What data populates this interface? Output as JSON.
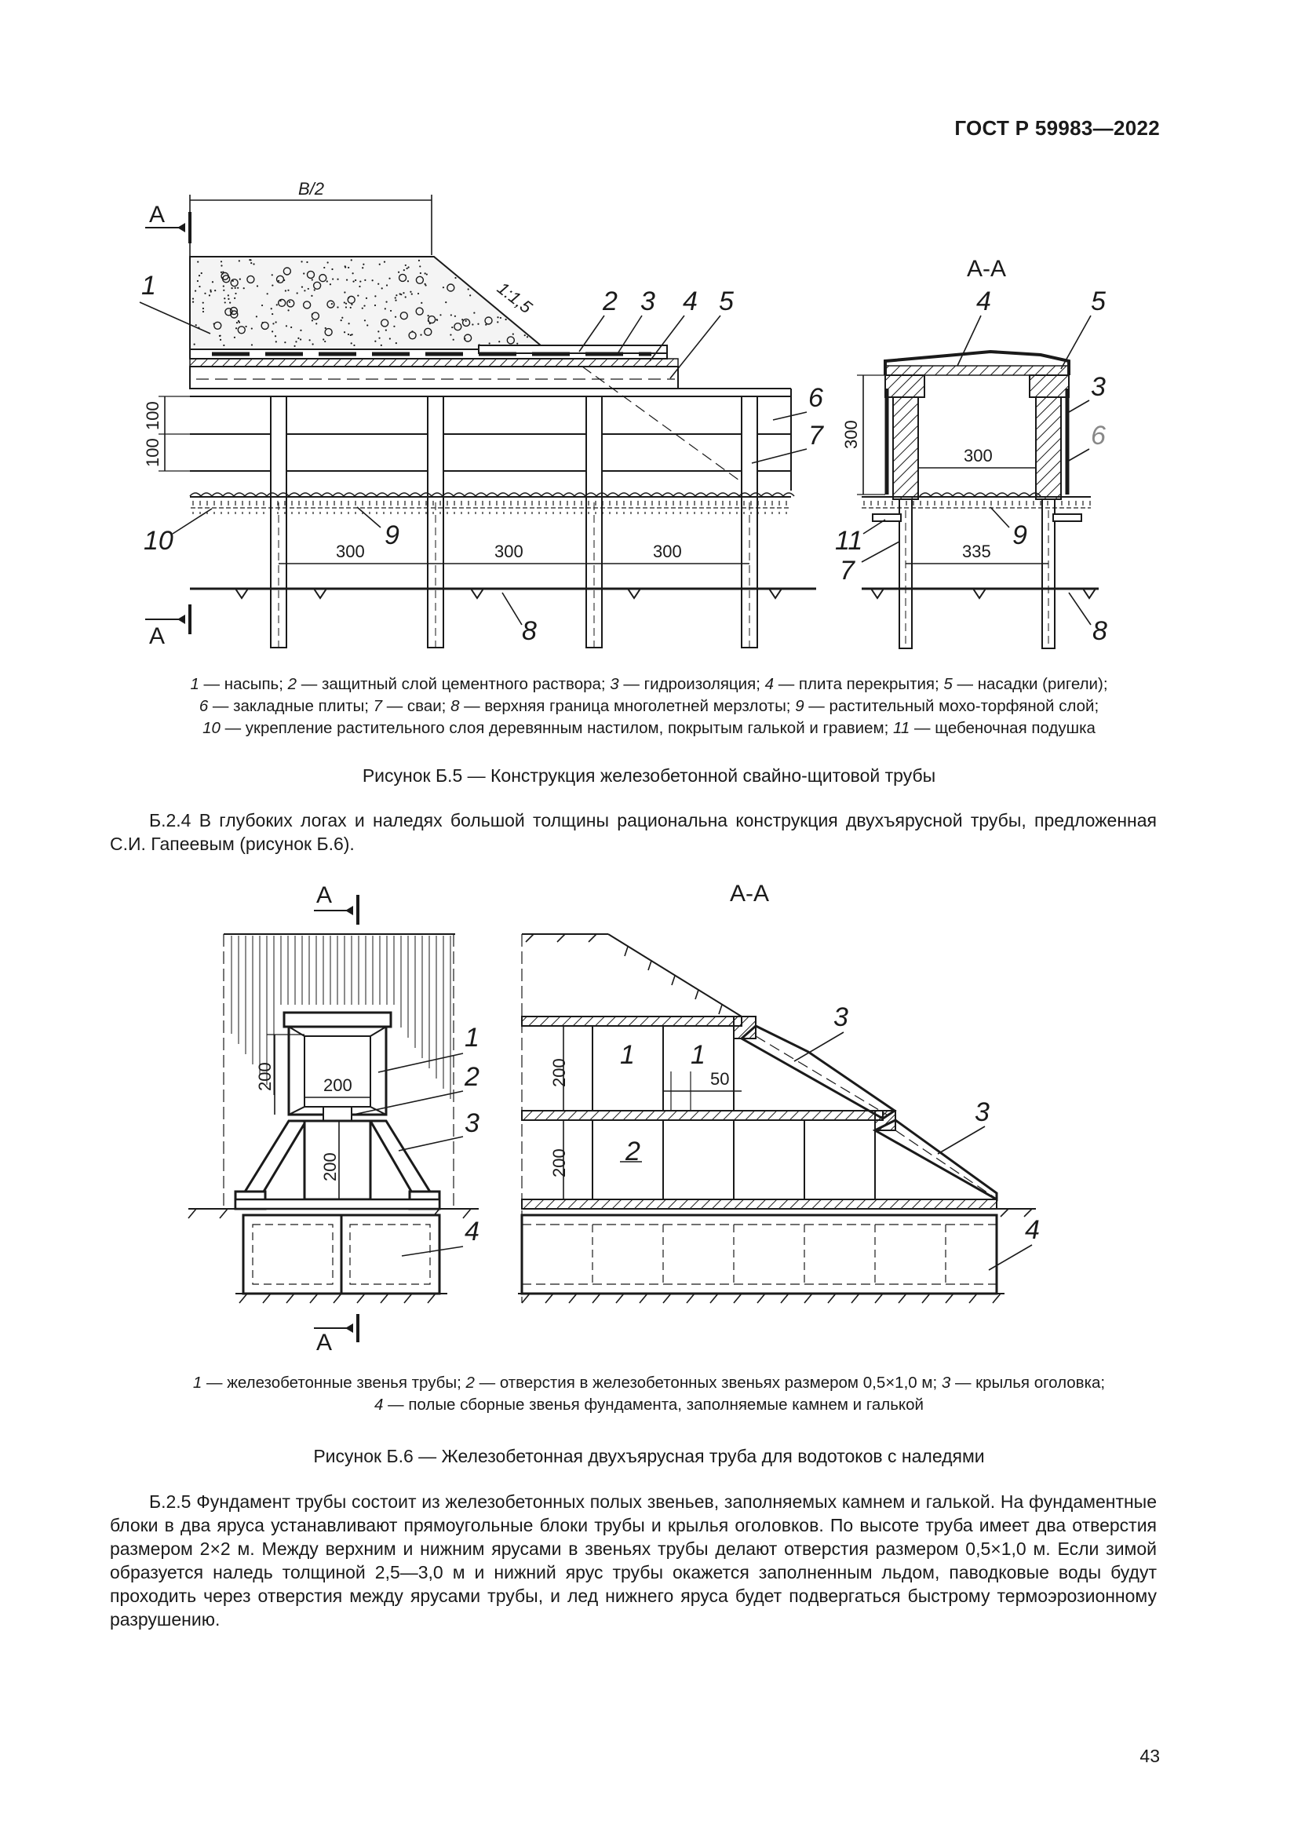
{
  "header": {
    "doc_id": "ГОСТ Р 59983—2022"
  },
  "figure5": {
    "section_marker": "А",
    "section_title": "А-А",
    "dims": {
      "half_width": "B/2",
      "slope": "1:1,5",
      "span": "300",
      "plate_100_a": "100",
      "plate_100_b": "100",
      "section_height": "300",
      "section_width": "300",
      "pile_spacing": "335"
    },
    "labels": [
      "1",
      "2",
      "3",
      "4",
      "5",
      "6",
      "7",
      "8",
      "9",
      "10",
      "11"
    ],
    "legend": [
      [
        {
          "n": "1",
          "t": " — насыпь; "
        },
        {
          "n": "2",
          "t": " — защитный слой цементного раствора; "
        },
        {
          "n": "3",
          "t": " — гидроизоляция; "
        },
        {
          "n": "4",
          "t": " — плита перекрытия; "
        },
        {
          "n": "5",
          "t": " — насадки (ригели);"
        }
      ],
      [
        {
          "n": "6",
          "t": " — закладные плиты; "
        },
        {
          "n": "7",
          "t": " — сваи; "
        },
        {
          "n": "8",
          "t": " — верхняя граница многолетней мерзлоты; "
        },
        {
          "n": "9",
          "t": " — растительный мохо-торфяной слой;"
        }
      ],
      [
        {
          "n": "10",
          "t": " — укрепление растительного слоя деревянным настилом, покрытым галькой и гравием; "
        },
        {
          "n": "11",
          "t": " — щебеночная подушка"
        }
      ]
    ],
    "caption": "Рисунок Б.5 — Конструкция железобетонной свайно-щитовой трубы"
  },
  "paragraph_b24": "Б.2.4 В глубоких логах и наледях большой толщины рациональна конструкция двухъярусной трубы, предложенная С.И. Гапеевым (рисунок Б.6).",
  "figure6": {
    "section_marker": "А",
    "section_title": "А-А",
    "dims": {
      "height_upper": "200",
      "width_upper": "200",
      "height_lower": "200",
      "height_upper_section": "200",
      "height_lower_section": "200",
      "gap": "50"
    },
    "labels": [
      "1",
      "2",
      "3",
      "4"
    ],
    "legend": [
      [
        {
          "n": "1",
          "t": " — железобетонные звенья трубы; "
        },
        {
          "n": "2",
          "t": " — отверстия в железобетонных звеньях размером 0,5×1,0 м; "
        },
        {
          "n": "3",
          "t": " — крылья оголовка;"
        }
      ],
      [
        {
          "n": "4",
          "t": " — полые сборные звенья фундамента, заполняемые камнем и галькой"
        }
      ]
    ],
    "caption": "Рисунок Б.6 — Железобетонная двухъярусная труба для водотоков с наледями"
  },
  "paragraph_b25": "Б.2.5 Фундамент трубы состоит из железобетонных полых звеньев, заполняемых камнем и галькой. На фундаментные блоки в два яруса устанавливают прямоугольные блоки трубы и крылья оголовков. По высоте труба имеет два отверстия размером 2×2 м. Между верхним и нижним ярусами в звеньях трубы делают отверстия размером 0,5×1,0 м. Если зимой образуется наледь толщиной 2,5—3,0 м и нижний ярус трубы окажется заполненным льдом, паводковые воды будут проходить через отверстия между ярусами трубы, и лед нижнего яруса будет подвергаться быстрому термоэрозионному разрушению.",
  "page_number": "43"
}
